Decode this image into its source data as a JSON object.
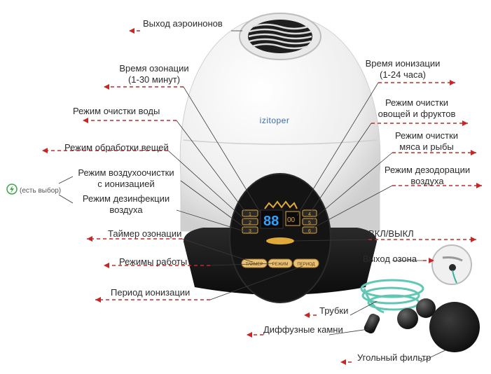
{
  "brand": "izitoper",
  "colors": {
    "arrow": "#c62828",
    "leader_line": "#3a3a3a",
    "device_shell": "#f2f2f2",
    "panel": "#1b1b1b",
    "display": "#2ea3ff",
    "button": "#e0a93a",
    "eco_icon": "#3aa845"
  },
  "labels": {
    "aero_ion_outlet": "Выход аэроинонов",
    "ozonation_time_line1": "Время озонации",
    "ozonation_time_line2": "(1-30 минут)",
    "ionization_time_line1": "Время ионизации",
    "ionization_time_line2": "(1-24 часа)",
    "water_mode": "Режим очистки воды",
    "veg_mode_line1": "Режим очистки",
    "veg_mode_line2": "овощей и фруктов",
    "items_mode": "Режим обработки вещей",
    "meat_mode_line1": "Режим очистки",
    "meat_mode_line2": "мяса и рыбы",
    "air_ion_line1": "Режим воздухоочистки",
    "air_ion_line2": "с ионизацией",
    "choice_note": "(есть выбор)",
    "deodor_line1": "Режим дезодорации",
    "deodor_line2": "воздуха",
    "disinfect_line1": "Режим дезинфекции",
    "disinfect_line2": "воздуха",
    "ozone_timer": "Таймер озонации",
    "power": "ВКЛ/ВЫКЛ",
    "work_modes": "Режимы работы",
    "ozone_outlet": "Выход озона",
    "ionization_period": "Период ионизации",
    "tubes": "Трубки",
    "diffuser_stones": "Диффузные камни",
    "carbon_filter": "Угольный фильтр"
  },
  "panel": {
    "display_digits": "88",
    "small_digits": "00",
    "left_buttons": [
      "1",
      "2",
      "3"
    ],
    "right_buttons": [
      "4",
      "5",
      "6"
    ],
    "buttons": [
      "ТАЙМЕР",
      "РЕЖИМ",
      "ПЕРИОД"
    ]
  }
}
